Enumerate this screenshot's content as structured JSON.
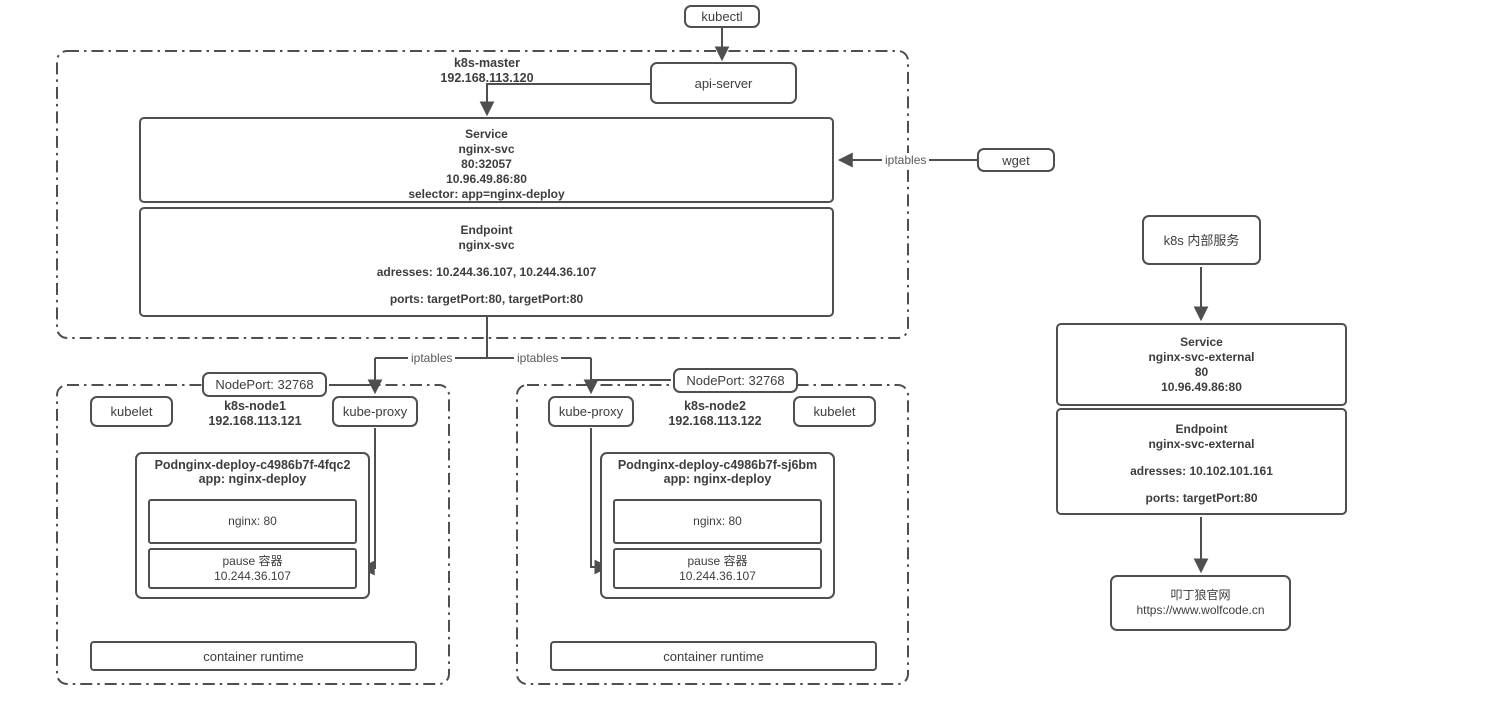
{
  "labels": {
    "kubectl": "kubectl",
    "api_server": "api-server",
    "wget": "wget",
    "iptables_wget": "iptables",
    "iptables_node1": "iptables",
    "iptables_node2": "iptables"
  },
  "master": {
    "name": "k8s-master",
    "ip": "192.168.113.120",
    "service": {
      "title": "Service",
      "name": "nginx-svc",
      "port_mapping": "80:32057",
      "cluster_ip": "10.96.49.86:80",
      "selector": "selector: app=nginx-deploy"
    },
    "endpoint": {
      "title": "Endpoint",
      "name": "nginx-svc",
      "addresses": "adresses: 10.244.36.107, 10.244.36.107",
      "ports": "ports: targetPort:80, targetPort:80"
    }
  },
  "node1": {
    "name": "k8s-node1",
    "ip": "192.168.113.121",
    "nodeport": "NodePort: 32768",
    "kubelet": "kubelet",
    "kube_proxy": "kube-proxy",
    "pod": {
      "title": "Podnginx-deploy-c4986b7f-4fqc2",
      "app": "app: nginx-deploy",
      "nginx": "nginx: 80",
      "pause": "pause 容器",
      "pause_ip": "10.244.36.107"
    },
    "container_runtime": "container runtime"
  },
  "node2": {
    "name": "k8s-node2",
    "ip": "192.168.113.122",
    "nodeport": "NodePort: 32768",
    "kubelet": "kubelet",
    "kube_proxy": "kube-proxy",
    "pod": {
      "title": "Podnginx-deploy-c4986b7f-sj6bm",
      "app": "app: nginx-deploy",
      "nginx": "nginx: 80",
      "pause": "pause 容器",
      "pause_ip": "10.244.36.107"
    },
    "container_runtime": "container runtime"
  },
  "external": {
    "entry": "k8s 内部服务",
    "service": {
      "title": "Service",
      "name": "nginx-svc-external",
      "port": "80",
      "cluster_ip": "10.96.49.86:80"
    },
    "endpoint": {
      "title": "Endpoint",
      "name": "nginx-svc-external",
      "addresses": "adresses: 10.102.101.161",
      "ports": "ports: targetPort:80"
    },
    "website": {
      "name": "叩丁狼官网",
      "url": "https://www.wolfcode.cn"
    }
  },
  "colors": {
    "border": "#4f4f4f",
    "text": "#3d3d3d",
    "muted": "#595959",
    "background": "#ffffff"
  }
}
